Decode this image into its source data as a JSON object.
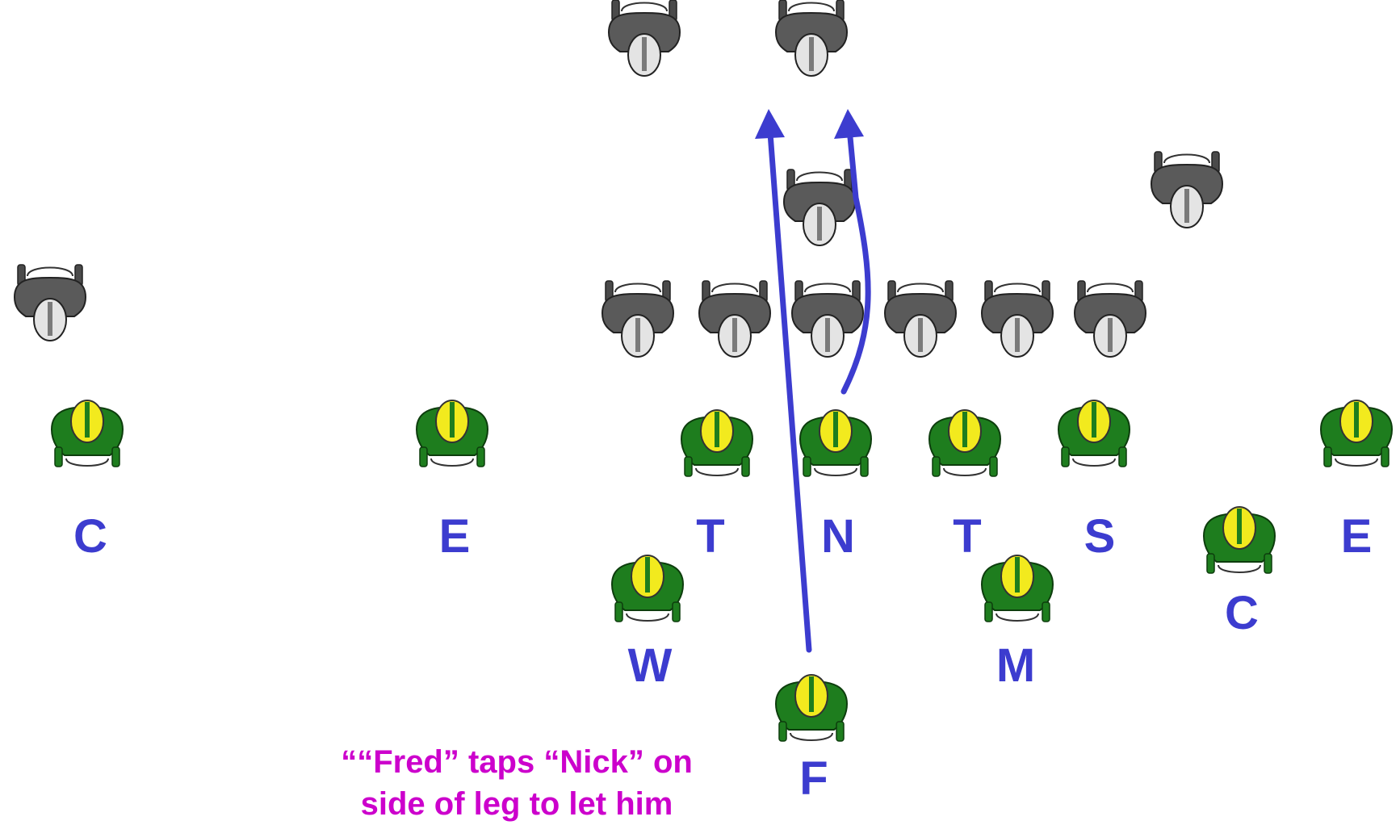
{
  "colors": {
    "label": "#3c3ccf",
    "arrow": "#3c3ccf",
    "note": "#cc00cc",
    "defense_body": "#1e7d1e",
    "defense_helmet": "#f2ea1e",
    "offense_body": "#5a5a5a",
    "offense_helmet": "#e4e4e4"
  },
  "icons": {
    "defender": "defensive-player-green-yellow-helmet-icon",
    "offense": "offensive-player-gray-helmet-icon"
  },
  "positions": [
    {
      "id": "c-left",
      "text": "C"
    },
    {
      "id": "e-left",
      "text": "E"
    },
    {
      "id": "t-left",
      "text": "T"
    },
    {
      "id": "n",
      "text": "N"
    },
    {
      "id": "t-right",
      "text": "T"
    },
    {
      "id": "s",
      "text": "S"
    },
    {
      "id": "e-right",
      "text": "E"
    },
    {
      "id": "c-right",
      "text": "C"
    },
    {
      "id": "w",
      "text": "W"
    },
    {
      "id": "m",
      "text": "M"
    },
    {
      "id": "f",
      "text": "F"
    }
  ],
  "note": {
    "line1": "““Fred” taps “Nick” on",
    "line2": "side of leg to let him"
  }
}
